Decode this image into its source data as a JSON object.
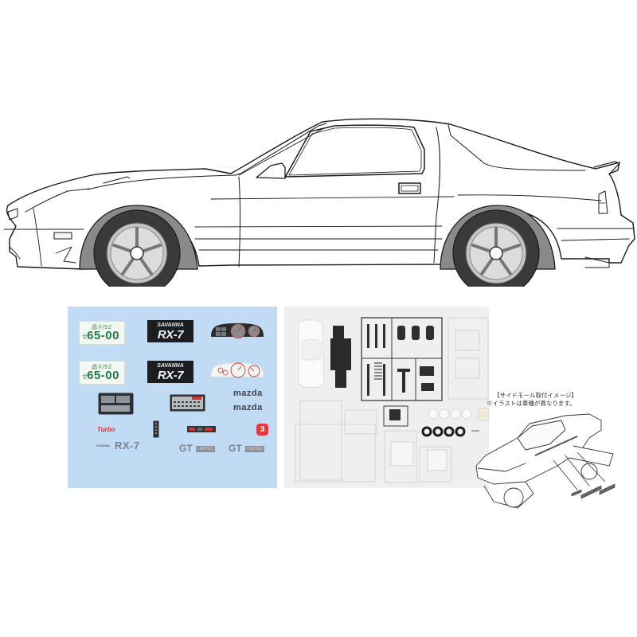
{
  "car_illustration": {
    "subject": "side-profile line drawing of sports car",
    "colors": {
      "line": "#1a1a1a",
      "body": "#ffffff",
      "tire": "#3a3a3a",
      "fender_liner": "#8a8a8a",
      "wheel": "#b5b5b5"
    }
  },
  "decal_sheet": {
    "background": "#c2dbf5",
    "plates": [
      {
        "region": "品川52",
        "kana": "せ",
        "number": "65-00"
      },
      {
        "region": "品川52",
        "kana": "せ",
        "number": "65-00"
      }
    ],
    "badges": [
      {
        "brand": "SAVANNA",
        "model": "RX-7"
      },
      {
        "brand": "SAVANNA",
        "model": "RX-7"
      }
    ],
    "logos": {
      "mazda_1": "mazda",
      "mazda_2": "mazda",
      "turbo": "Turbo",
      "rx7_script": "RX-7",
      "rx7_prefix": "SAVANNA",
      "gt_1": "GT",
      "gt_1_sub": "LIMITED",
      "gt_2": "GT",
      "gt_2_sub": "LIMITED",
      "number_badge": "3"
    }
  },
  "kit_photo": {
    "background": "#eeeff0",
    "annotation": {
      "title": "【サイドモール取付イメージ】",
      "note": "※イラストは車種が異なります。"
    }
  }
}
